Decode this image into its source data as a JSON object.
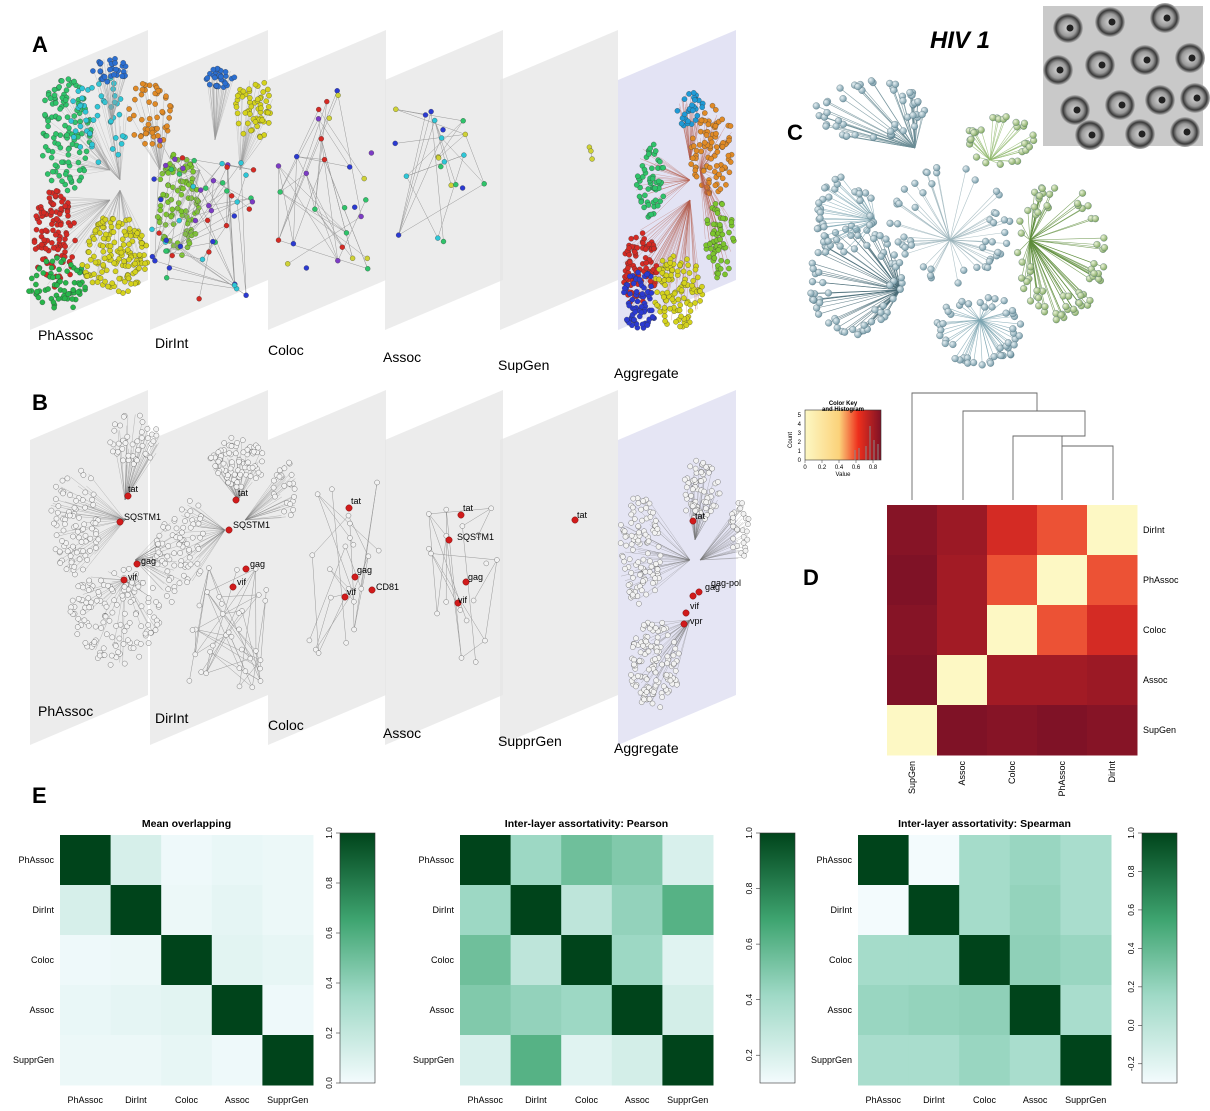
{
  "panels": {
    "A": "A",
    "B": "B",
    "C": "C",
    "D": "D",
    "E": "E"
  },
  "hiv_title": "HIV 1",
  "panel_A_layers": [
    "PhAssoc",
    "DirInt",
    "Coloc",
    "Assoc",
    "SupGen",
    "Aggregate"
  ],
  "panel_B_layers": [
    "PhAssoc",
    "DirInt",
    "Coloc",
    "Assoc",
    "SupprGen",
    "Aggregate"
  ],
  "panel_B_genes": {
    "phassoc": [
      "tat",
      "SQSTM1",
      "gag",
      "vif"
    ],
    "dirint": [
      "tat",
      "SQSTM1",
      "gag",
      "vif"
    ],
    "coloc": [
      "tat",
      "gag",
      "vif",
      "CD81"
    ],
    "assoc": [
      "tat",
      "SQSTM1",
      "gag",
      "vif"
    ],
    "supgen": [
      "tat"
    ],
    "aggregate": [
      "tat",
      "gag-pol",
      "gag",
      "vif",
      "vpr"
    ]
  },
  "panel_D": {
    "color_key_title": "Color Key",
    "color_key_subtitle": "and Histogram",
    "color_key_ylabel": "Count",
    "color_key_xlabel": "Value",
    "color_key_xticks": [
      "0",
      "0.2",
      "0.4",
      "0.6",
      "0.8"
    ],
    "color_key_yticks": [
      "0",
      "1",
      "2",
      "3",
      "4",
      "5"
    ],
    "row_labels": [
      "DirInt",
      "PhAssoc",
      "Coloc",
      "Assoc",
      "SupGen"
    ],
    "col_labels": [
      "SupGen",
      "Assoc",
      "Coloc",
      "PhAssoc",
      "DirInt"
    ],
    "colors": {
      "low": "#fdf8c4",
      "mid": "#ee2f1c",
      "high": "#7f1226"
    }
  },
  "chart_data": [
    {
      "type": "heatmap",
      "title": "",
      "rows": [
        "DirInt",
        "PhAssoc",
        "Coloc",
        "Assoc",
        "SupGen"
      ],
      "columns": [
        "SupGen",
        "Assoc",
        "Coloc",
        "PhAssoc",
        "DirInt"
      ],
      "values": [
        [
          0.78,
          0.72,
          0.55,
          0.42,
          0.0
        ],
        [
          0.8,
          0.7,
          0.42,
          0.0,
          0.42
        ],
        [
          0.78,
          0.7,
          0.0,
          0.42,
          0.55
        ],
        [
          0.82,
          0.0,
          0.7,
          0.7,
          0.72
        ],
        [
          0.0,
          0.82,
          0.78,
          0.8,
          0.78
        ]
      ],
      "value_range": [
        0,
        0.8
      ]
    },
    {
      "type": "heatmap",
      "title": "Mean overlapping",
      "rows": [
        "PhAssoc",
        "DirInt",
        "Coloc",
        "Assoc",
        "SupprGen"
      ],
      "columns": [
        "PhAssoc",
        "DirInt",
        "Coloc",
        "Assoc",
        "SupprGen"
      ],
      "values": [
        [
          1.0,
          0.12,
          0.02,
          0.04,
          0.03
        ],
        [
          0.12,
          1.0,
          0.03,
          0.06,
          0.03
        ],
        [
          0.02,
          0.03,
          1.0,
          0.07,
          0.05
        ],
        [
          0.04,
          0.06,
          0.07,
          1.0,
          0.02
        ],
        [
          0.03,
          0.03,
          0.05,
          0.02,
          1.0
        ]
      ],
      "colorbar_ticks": [
        "0.0",
        "0.2",
        "0.4",
        "0.6",
        "0.8",
        "1.0"
      ],
      "value_range": [
        0,
        1
      ]
    },
    {
      "type": "heatmap",
      "title": "Inter-layer assortativity: Pearson",
      "rows": [
        "PhAssoc",
        "DirInt",
        "Coloc",
        "Assoc",
        "SupprGen"
      ],
      "columns": [
        "PhAssoc",
        "DirInt",
        "Coloc",
        "Assoc",
        "SupprGen"
      ],
      "values": [
        [
          1.0,
          0.42,
          0.55,
          0.5,
          0.2
        ],
        [
          0.42,
          1.0,
          0.3,
          0.45,
          0.62
        ],
        [
          0.55,
          0.3,
          1.0,
          0.42,
          0.17
        ],
        [
          0.5,
          0.45,
          0.42,
          1.0,
          0.22
        ],
        [
          0.2,
          0.62,
          0.17,
          0.22,
          1.0
        ]
      ],
      "colorbar_ticks": [
        "0.2",
        "0.4",
        "0.6",
        "0.8",
        "1.0"
      ],
      "value_range": [
        0.1,
        1.0
      ]
    },
    {
      "type": "heatmap",
      "title": "Inter-layer assortativity: Spearman",
      "rows": [
        "PhAssoc",
        "DirInt",
        "Coloc",
        "Assoc",
        "SupprGen"
      ],
      "columns": [
        "PhAssoc",
        "DirInt",
        "Coloc",
        "Assoc",
        "SupprGen"
      ],
      "values": [
        [
          1.0,
          -0.3,
          0.12,
          0.18,
          0.1
        ],
        [
          -0.3,
          1.0,
          0.12,
          0.2,
          0.1
        ],
        [
          0.12,
          0.12,
          1.0,
          0.22,
          0.18
        ],
        [
          0.18,
          0.2,
          0.22,
          1.0,
          0.1
        ],
        [
          0.1,
          0.1,
          0.18,
          0.1,
          1.0
        ]
      ],
      "colorbar_ticks": [
        "-0.2",
        "0.0",
        "0.2",
        "0.4",
        "0.6",
        "0.8",
        "1.0"
      ],
      "value_range": [
        -0.3,
        1.0
      ]
    }
  ]
}
